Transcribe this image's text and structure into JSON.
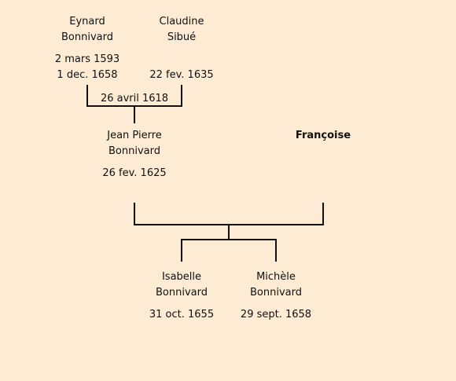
{
  "colors": {
    "background": "#fdebd3",
    "line": "#111111"
  },
  "people": {
    "eynard": {
      "first": "Eynard",
      "last": "Bonnivard",
      "birth": "2 mars 1593",
      "death": "1 dec. 1658"
    },
    "claudine": {
      "first": "Claudine",
      "last": "Sibué",
      "death": "22 fev. 1635"
    },
    "jeanpierre": {
      "first": "Jean Pierre",
      "last": "Bonnivard",
      "birth": "26 fev. 1625"
    },
    "francoise": {
      "first": "Françoise"
    },
    "isabelle": {
      "first": "Isabelle",
      "last": "Bonnivard",
      "birth": "31 oct. 1655"
    },
    "michele": {
      "first": "Michèle",
      "last": "Bonnivard",
      "birth": "29 sept. 1658"
    }
  },
  "marriages": {
    "eynard_claudine": {
      "date": "26 avril 1618"
    }
  }
}
